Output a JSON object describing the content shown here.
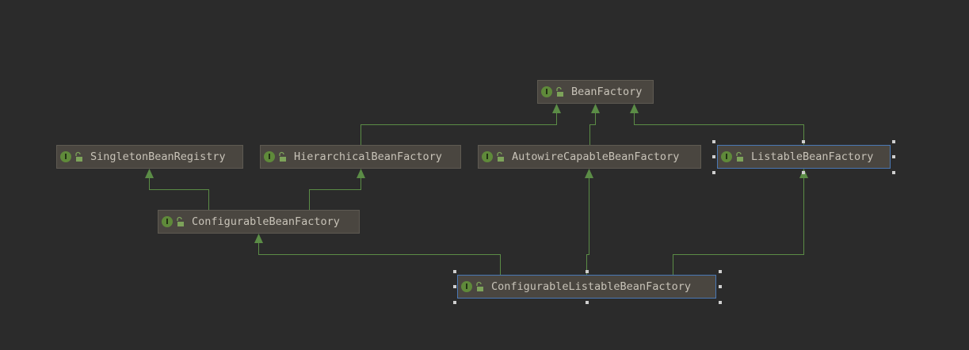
{
  "diagram": {
    "interface_badge": "I",
    "nodes": {
      "bean_factory": "BeanFactory",
      "singleton_bean_registry": "SingletonBeanRegistry",
      "hierarchical_bean_factory": "HierarchicalBeanFactory",
      "autowire_capable_bean_factory": "AutowireCapableBeanFactory",
      "listable_bean_factory": "ListableBeanFactory",
      "configurable_bean_factory": "ConfigurableBeanFactory",
      "configurable_listable_bean_factory": "ConfigurableListableBeanFactory"
    }
  },
  "colors": {
    "background": "#2b2b2b",
    "node_fill": "#4a4640",
    "edge": "#5b8c46",
    "selection": "#4a78b5"
  }
}
